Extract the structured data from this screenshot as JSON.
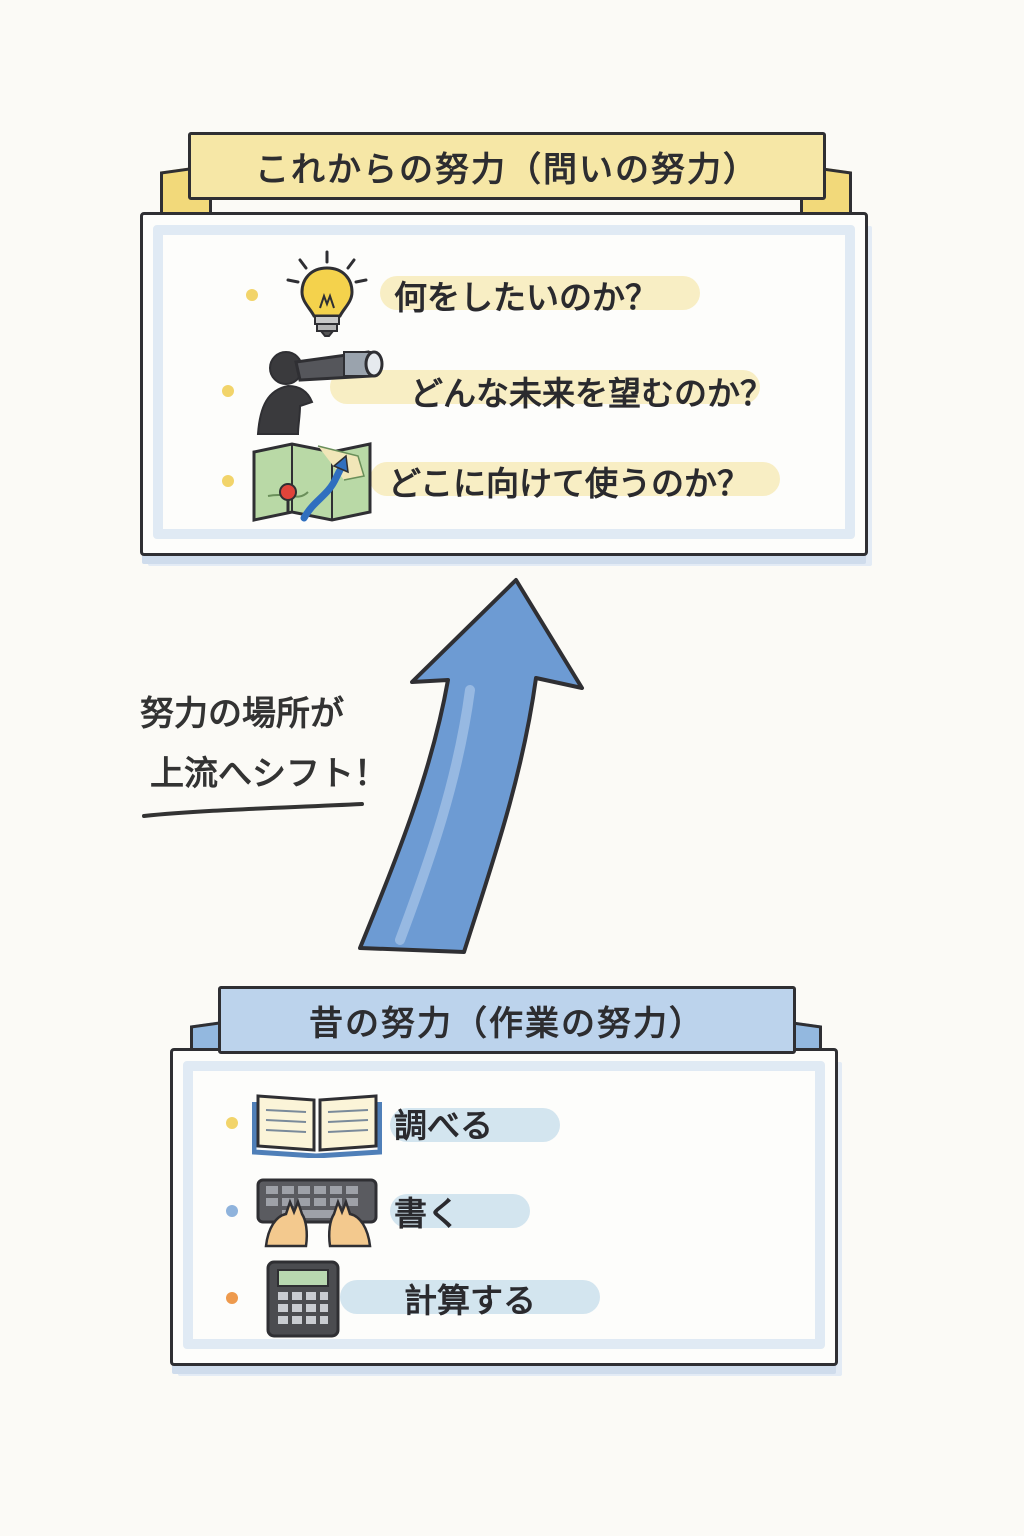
{
  "top_section": {
    "banner_title": "これからの努力（問いの努力）",
    "items": [
      {
        "text": "何をしたいのか？",
        "icon": "lightbulb-icon",
        "bullet_color": "#f2d46a"
      },
      {
        "text": "どんな未来を望むのか？",
        "icon": "telescope-person-icon",
        "bullet_color": "#f2d46a"
      },
      {
        "text": "どこに向けて使うのか？",
        "icon": "map-icon",
        "bullet_color": "#f2d46a"
      }
    ],
    "accent": "#f6e7a6"
  },
  "arrow_note": {
    "line1": "努力の場所が",
    "line2": "上流へシフト！"
  },
  "bottom_section": {
    "banner_title": "昔の努力（作業の努力）",
    "items": [
      {
        "text": "調べる",
        "icon": "open-book-icon",
        "bullet_color": "#f2d46a"
      },
      {
        "text": "書く",
        "icon": "keyboard-icon",
        "bullet_color": "#8fb3dc"
      },
      {
        "text": "計算する",
        "icon": "calculator-icon",
        "bullet_color": "#ee9a4d"
      }
    ],
    "accent": "#bcd3ec"
  },
  "colors": {
    "arrow": "#6d9bd3",
    "outline": "#2f2f33"
  }
}
